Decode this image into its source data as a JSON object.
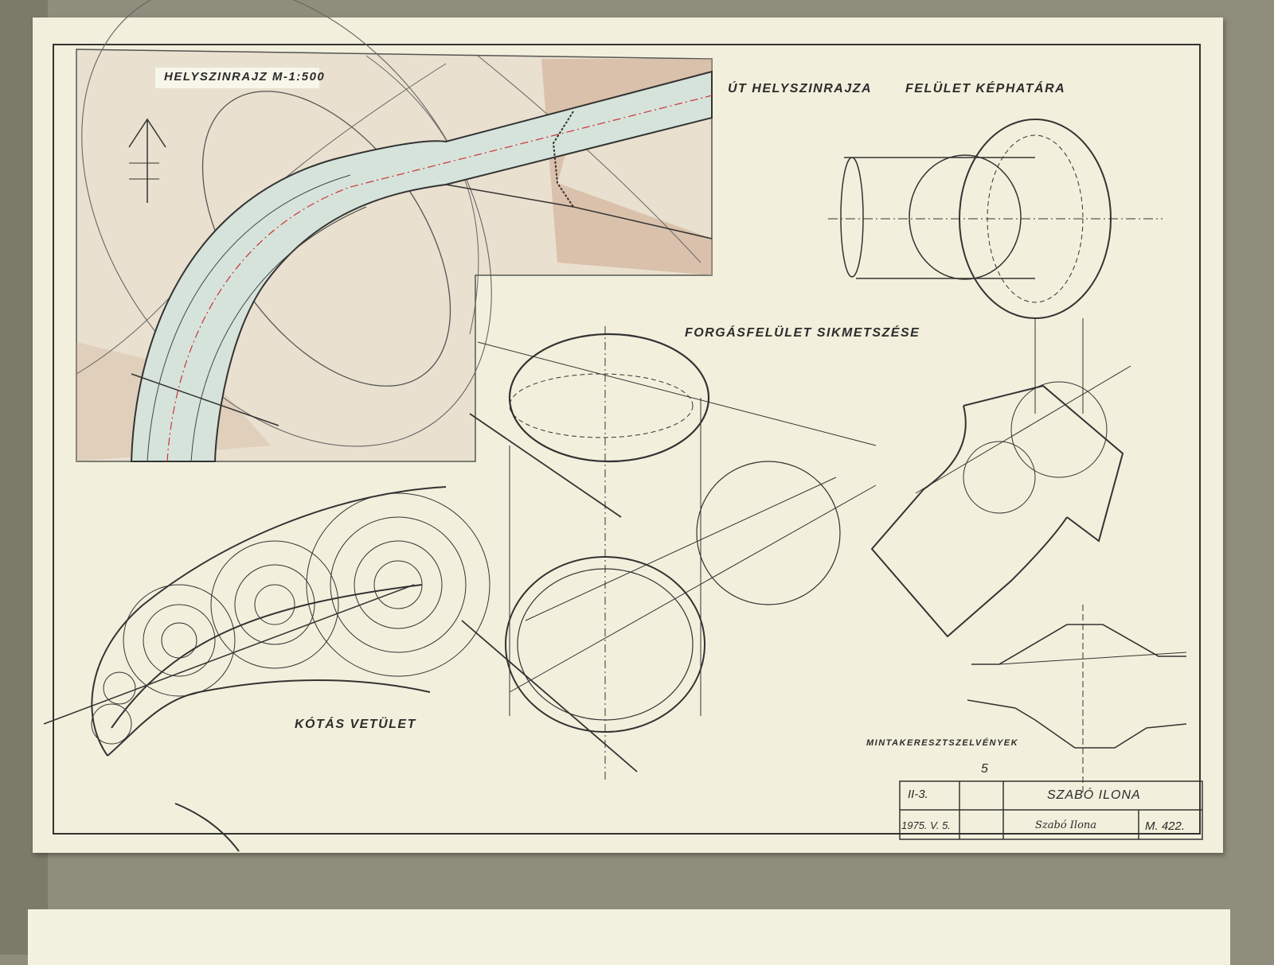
{
  "sheet": {
    "site_plan_title": "HELYSZINRAJZ M-1:500",
    "road_site_plan_title": "ÚT HELYSZINRAJZA",
    "surface_contour_title": "FELÜLET KÉPHATÁRA",
    "plane_section_title": "FORGÁSFELÜLET SIKMETSZÉSE",
    "dimensioned_projection_title": "KÓTÁS VETÜLET",
    "cross_sections_title": "MINTAKERESZTSZELVÉNYEK",
    "grade_mark": "5"
  },
  "title_block": {
    "class": "II-3.",
    "date": "1975. V. 5.",
    "student_name": "SZABÓ ILONA",
    "signature": "Szabó Ilona",
    "sheet_code": "M. 422."
  },
  "colors": {
    "paper": "#f2f0dc",
    "ink": "#2a2a2a",
    "road_fill": "#d6e3db",
    "terrain_fill": "#c9a78f"
  },
  "icons": [
    "north-arrow-icon"
  ]
}
